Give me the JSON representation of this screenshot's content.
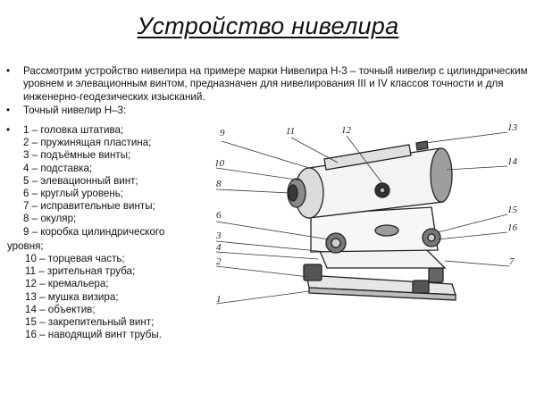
{
  "title": "Устройство нивелира",
  "intro": "Рассмотрим устройство нивелира на примере марки Нивелира Н-3 – точный нивелир с цилиндрическим уровнем и элевационным винтом, предназначен для нивелирования III и IV классов точности и для инженерно-геодезических изысканий.",
  "subtitle": "Точный нивелир Н–3:",
  "bullets": [
    "•",
    "•",
    "•"
  ],
  "parts_a": [
    "1 – головка штатива;",
    "2 – пружинящая пластина;",
    "3 – подъёмные винты;",
    "4 – подставка;",
    "5 – элевационный винт;",
    "6 – круглый уровень;",
    "7 – исправительные винты;",
    "8 – окуляр;",
    "9 – коробка цилиндрического"
  ],
  "parts_wrap": "уровня;",
  "parts_b": [
    "10 – торцевая часть;",
    "11 – зрительная труба;",
    "12 – кремальера;",
    "13 – мушка визира;",
    "14 – объектив;",
    "15 – закрепительный винт;",
    "16 – наводящий винт трубы."
  ],
  "diagram_labels": [
    "9",
    "11",
    "12",
    "13",
    "10",
    "8",
    "14",
    "6",
    "15",
    "3",
    "16",
    "4",
    "2",
    "7",
    "1"
  ]
}
